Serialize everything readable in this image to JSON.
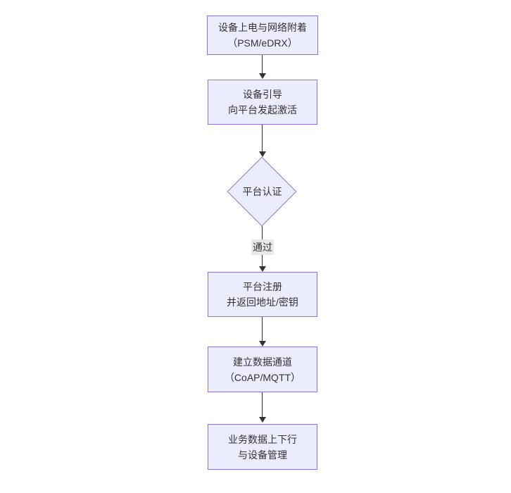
{
  "diagram": {
    "type": "flowchart",
    "direction": "top-down",
    "nodes": [
      {
        "id": "power-attach",
        "shape": "rect",
        "lines": [
          "设备上电与网络附着",
          "（PSM/eDRX）"
        ]
      },
      {
        "id": "bootstrap",
        "shape": "rect",
        "lines": [
          "设备引导",
          "向平台发起激活"
        ]
      },
      {
        "id": "platform-auth",
        "shape": "diamond",
        "lines": [
          "平台认证"
        ]
      },
      {
        "id": "platform-register",
        "shape": "rect",
        "lines": [
          "平台注册",
          "并返回地址/密钥"
        ]
      },
      {
        "id": "data-channel",
        "shape": "rect",
        "lines": [
          "建立数据通道",
          "（CoAP/MQTT）"
        ]
      },
      {
        "id": "business-data",
        "shape": "rect",
        "lines": [
          "业务数据上下行",
          "与设备管理"
        ]
      }
    ],
    "edges": [
      {
        "from": "power-attach",
        "to": "bootstrap",
        "label": ""
      },
      {
        "from": "bootstrap",
        "to": "platform-auth",
        "label": ""
      },
      {
        "from": "platform-auth",
        "to": "platform-register",
        "label": "通过"
      },
      {
        "from": "platform-register",
        "to": "data-channel",
        "label": ""
      },
      {
        "from": "data-channel",
        "to": "business-data",
        "label": ""
      }
    ]
  },
  "colors": {
    "node_fill": "#ececff",
    "node_border": "#9370db",
    "line_color": "#333333",
    "edge_label_bg": "#e8e8e8",
    "text_color": "#333333",
    "canvas_bg": "#ffffff"
  }
}
